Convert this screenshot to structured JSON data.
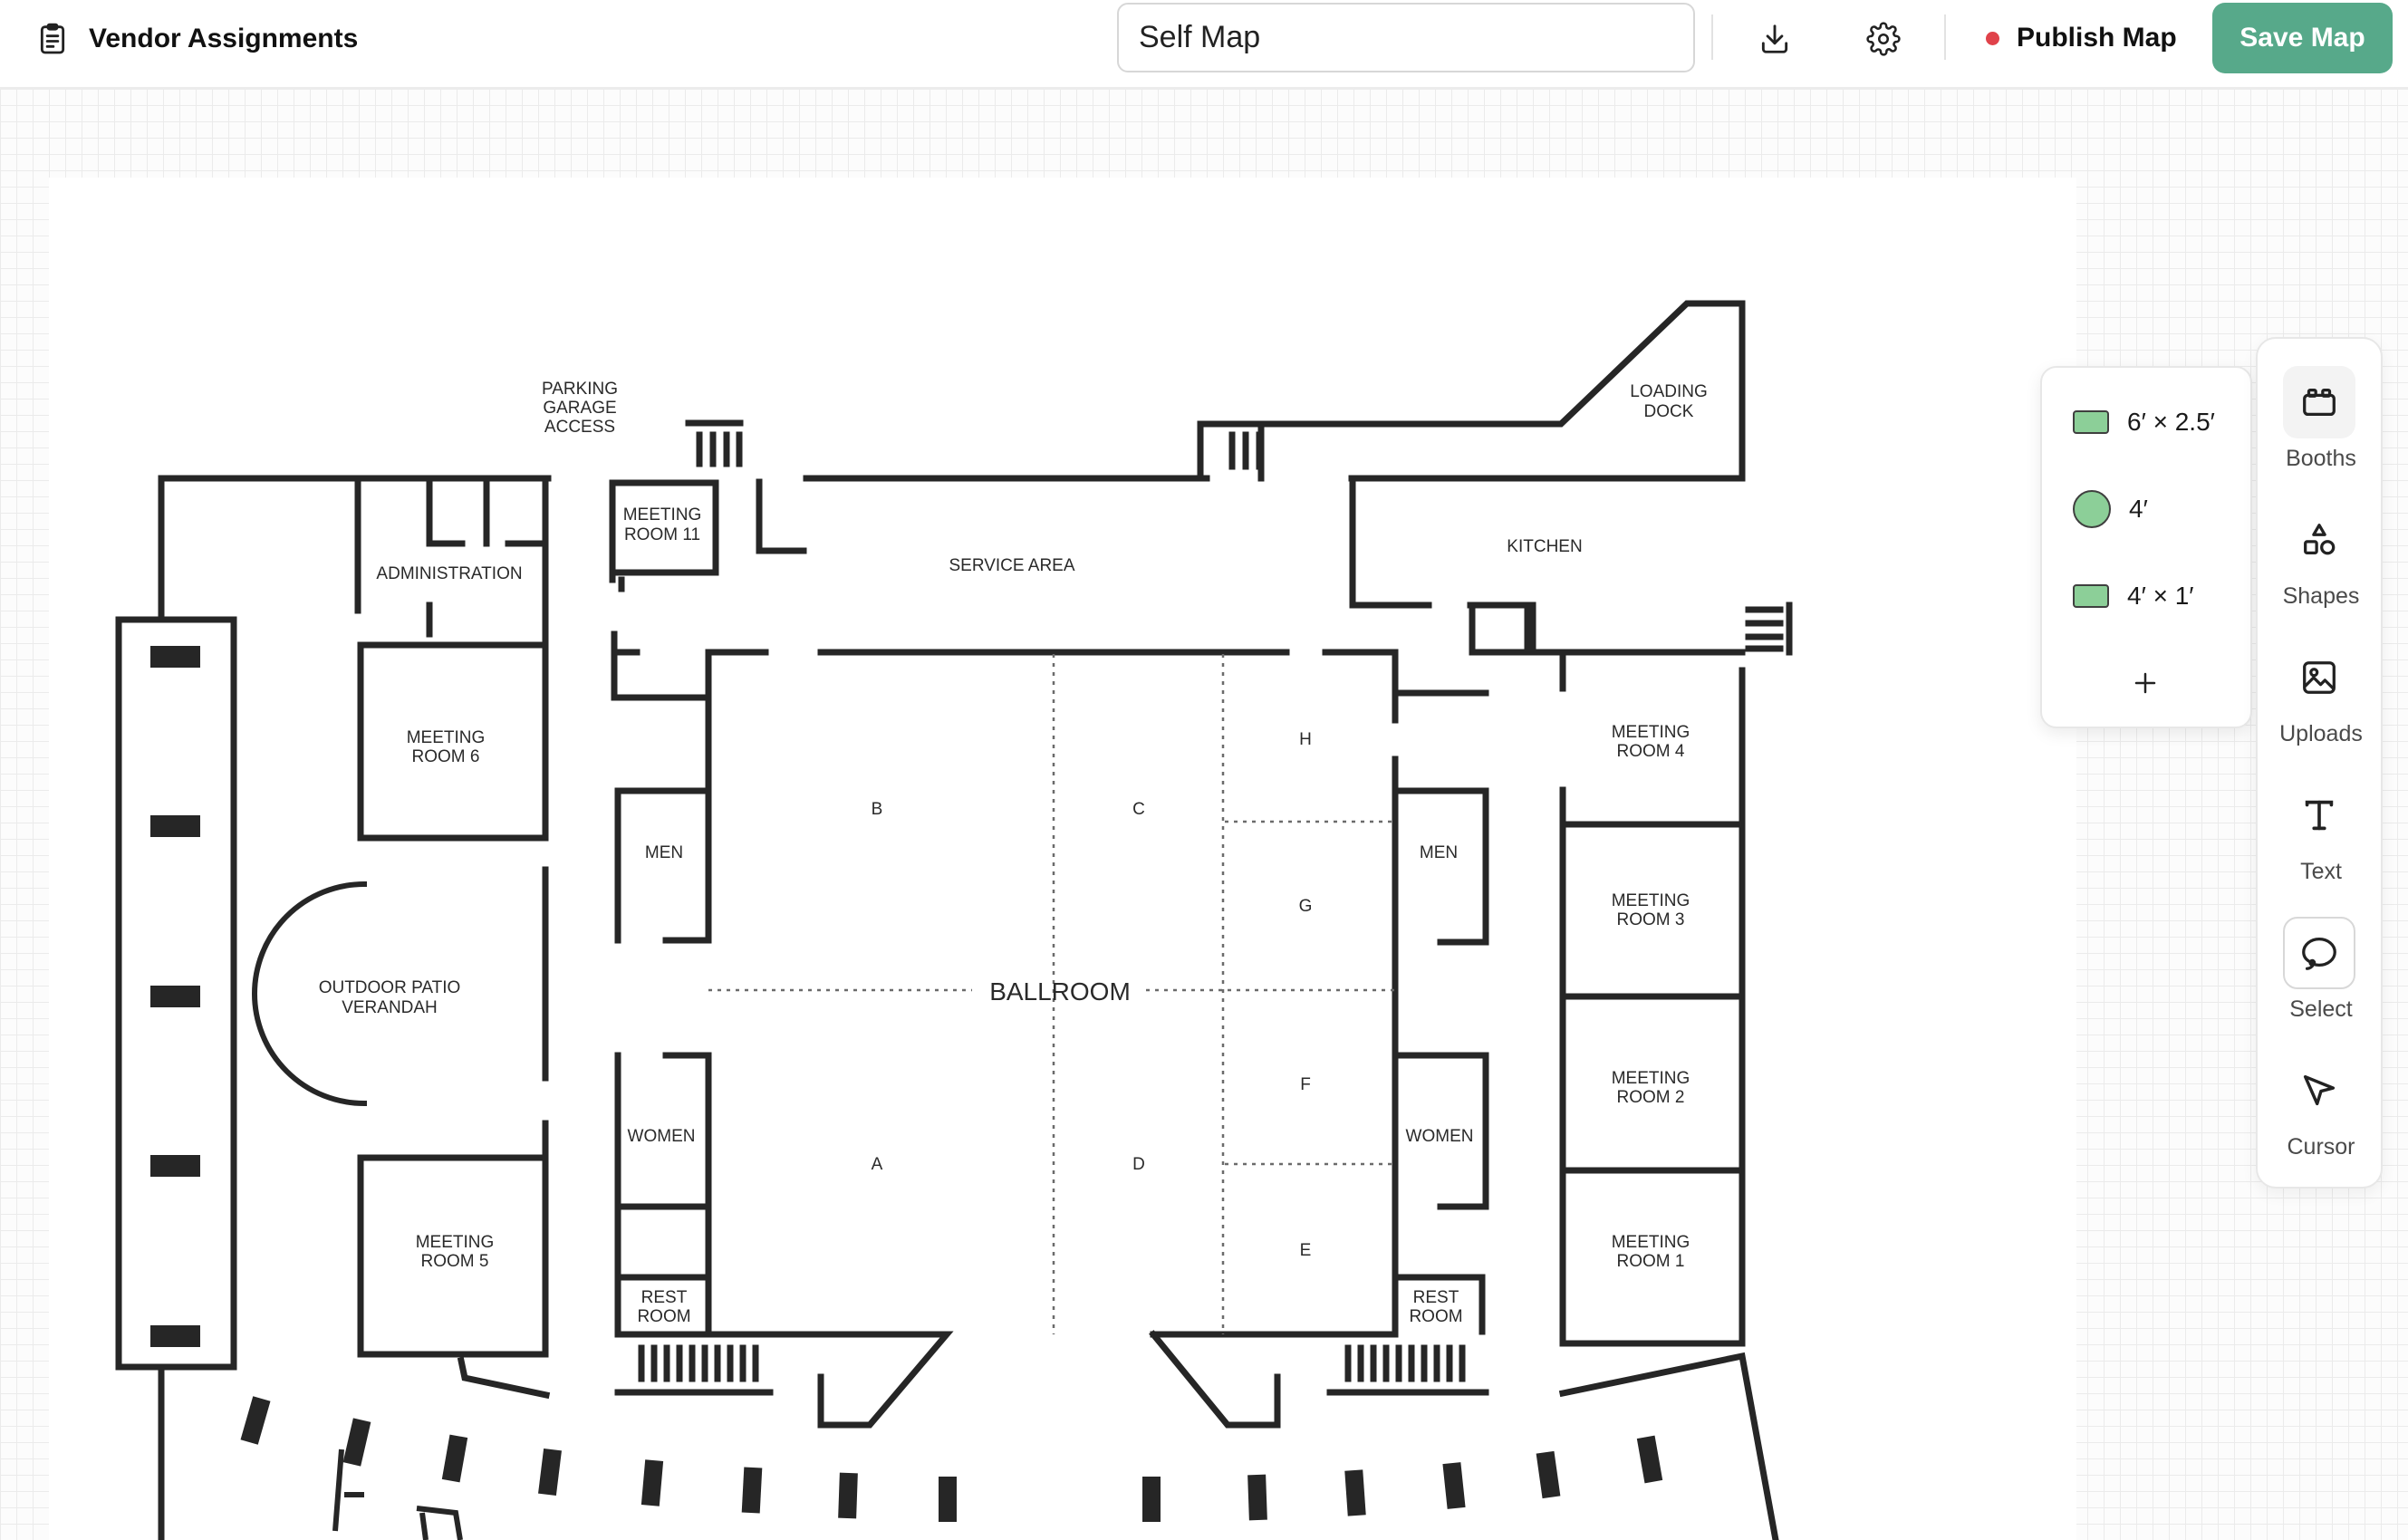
{
  "header": {
    "title": "Vendor Assignments",
    "map_name": "Self Map",
    "publish_label": "Publish Map",
    "save_label": "Save Map",
    "publish_dot_color": "#e0424a",
    "accent_color": "#57a98a"
  },
  "booth_types": [
    {
      "label": "6′ × 2.5′",
      "shape": "rectangle"
    },
    {
      "label": "4′",
      "shape": "circle"
    },
    {
      "label": "4′ × 1′",
      "shape": "rectangle"
    }
  ],
  "booth_color": "#8ccf98",
  "tools": [
    {
      "label": "Booths",
      "icon": "booths-icon",
      "active": true
    },
    {
      "label": "Shapes",
      "icon": "shapes-icon"
    },
    {
      "label": "Uploads",
      "icon": "uploads-icon"
    },
    {
      "label": "Text",
      "icon": "text-icon"
    },
    {
      "label": "Select",
      "icon": "lasso-icon"
    },
    {
      "label": "Cursor",
      "icon": "cursor-icon"
    }
  ],
  "floorplan": {
    "parking": [
      "PARKING",
      "GARAGE",
      "ACCESS"
    ],
    "loading_dock": [
      "LOADING",
      "DOCK"
    ],
    "meeting_room_11": [
      "MEETING",
      "ROOM 11"
    ],
    "administration": "ADMINISTRATION",
    "service_area": "SERVICE AREA",
    "kitchen": "KITCHEN",
    "meeting_room_6": [
      "MEETING",
      "ROOM 6"
    ],
    "meeting_room_5": [
      "MEETING",
      "ROOM 5"
    ],
    "meeting_room_4": [
      "MEETING",
      "ROOM 4"
    ],
    "meeting_room_3": [
      "MEETING",
      "ROOM 3"
    ],
    "meeting_room_2": [
      "MEETING",
      "ROOM 2"
    ],
    "meeting_room_1": [
      "MEETING",
      "ROOM 1"
    ],
    "patio": [
      "OUTDOOR PATIO",
      "VERANDAH"
    ],
    "men": "MEN",
    "women": "WOMEN",
    "rest_room": [
      "REST",
      "ROOM"
    ],
    "ballroom": "BALLROOM",
    "sections": [
      "A",
      "B",
      "C",
      "D",
      "E",
      "F",
      "G",
      "H"
    ]
  }
}
